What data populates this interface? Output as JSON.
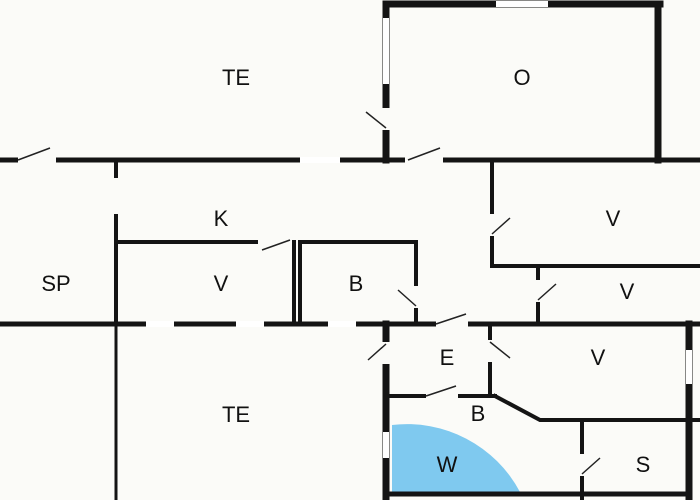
{
  "floorplan": {
    "colors": {
      "background": "#fbfbf8",
      "wall": "#141414",
      "window": "#ffffff",
      "door": "#222222",
      "wellness": "#7fc9ef"
    },
    "rooms": [
      {
        "id": "te-top",
        "label": "TE"
      },
      {
        "id": "o",
        "label": "O"
      },
      {
        "id": "k",
        "label": "K"
      },
      {
        "id": "v-right-upper",
        "label": "V"
      },
      {
        "id": "sp",
        "label": "SP"
      },
      {
        "id": "v-left",
        "label": "V"
      },
      {
        "id": "b-upper",
        "label": "B"
      },
      {
        "id": "v-right-mid",
        "label": "V"
      },
      {
        "id": "e",
        "label": "E"
      },
      {
        "id": "v-right-lower",
        "label": "V"
      },
      {
        "id": "te-bottom",
        "label": "TE"
      },
      {
        "id": "b-lower",
        "label": "B"
      },
      {
        "id": "w",
        "label": "W"
      },
      {
        "id": "s",
        "label": "S"
      }
    ]
  }
}
